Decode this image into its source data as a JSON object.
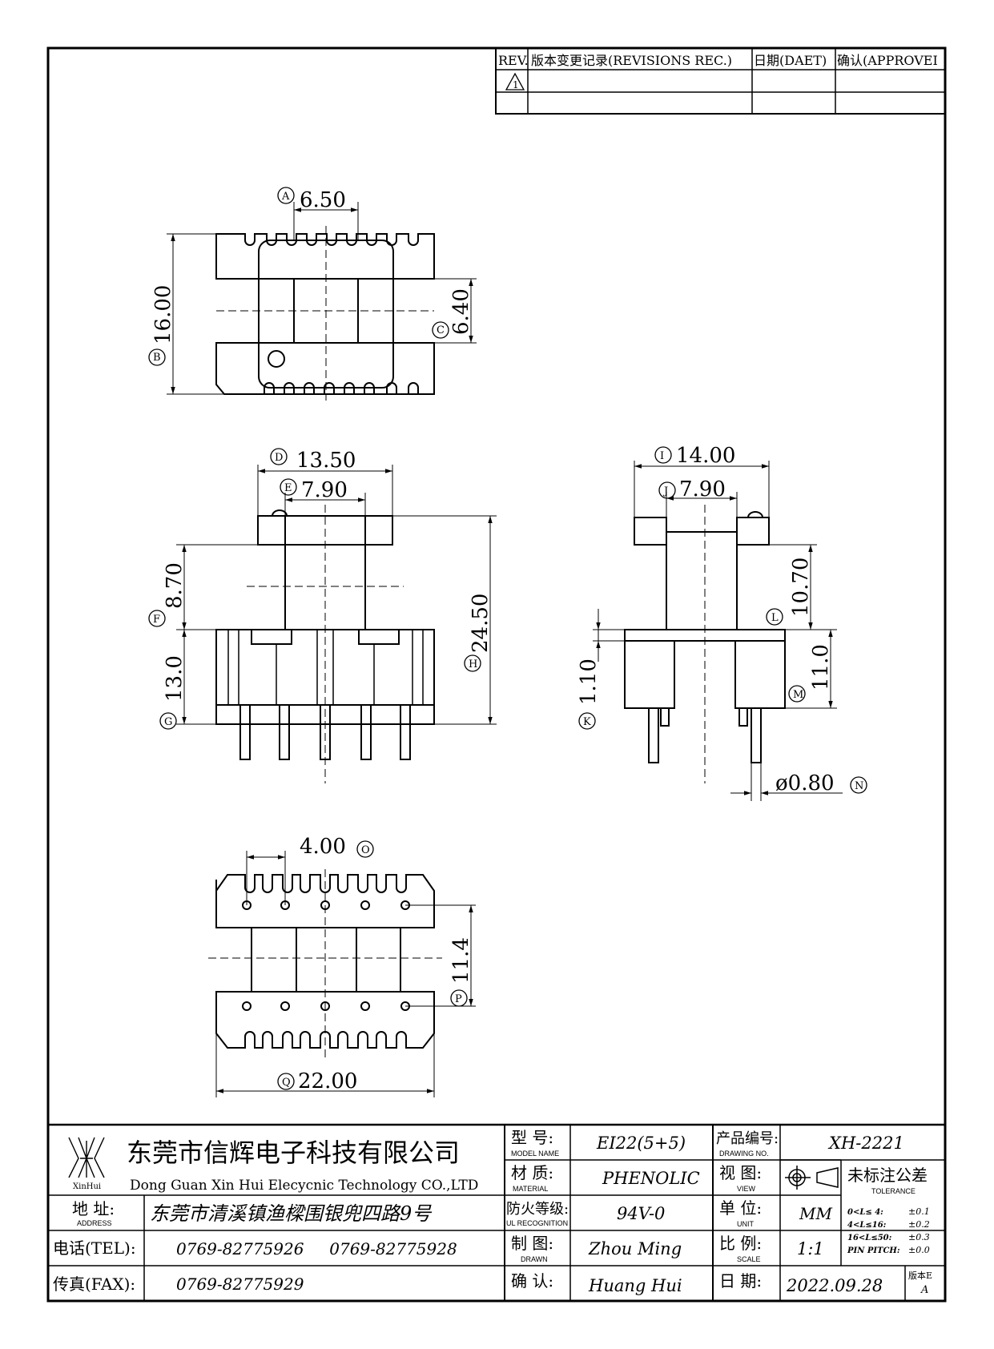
{
  "revision_table": {
    "headers": [
      "REV.",
      "版本变更记录(REVISIONS REC.)",
      "日期(DAET)",
      "确认(APPROVEI"
    ],
    "rev_mark": "1"
  },
  "dimensions": {
    "a": {
      "label": "A",
      "value": "6.50"
    },
    "b": {
      "label": "B",
      "value": "16.00"
    },
    "c": {
      "label": "C",
      "value": "6.40"
    },
    "d": {
      "label": "D",
      "value": "13.50"
    },
    "e": {
      "label": "E",
      "value": "7.90"
    },
    "f": {
      "label": "F",
      "value": "8.70"
    },
    "g": {
      "label": "G",
      "value": "13.0"
    },
    "h": {
      "label": "H",
      "value": "24.50"
    },
    "i": {
      "label": "I",
      "value": "14.00"
    },
    "j": {
      "label": "J",
      "value": "7.90"
    },
    "k": {
      "label": "K",
      "value": "1.10"
    },
    "l": {
      "label": "L",
      "value": "10.70"
    },
    "m": {
      "label": "M",
      "value": "11.0"
    },
    "n": {
      "label": "N",
      "value": "ø0.80"
    },
    "o": {
      "label": "O",
      "value": "4.00"
    },
    "p": {
      "label": "P",
      "value": "11.4"
    },
    "q": {
      "label": "Q",
      "value": "22.00"
    }
  },
  "title_block": {
    "company_cn": "东莞市信辉电子科技有限公司",
    "company_en": "Dong Guan Xin Hui Elecycnic Technology CO.,LTD",
    "logo_text": "XinHui",
    "address_label": "地 址:",
    "address_label_en": "ADDRESS",
    "address_value": "东莞市清溪镇渔樑围银兜四路9号",
    "tel_label": "电话(TEL):",
    "tel_value": "0769-82775926     0769-82775928",
    "fax_label": "传真(FAX):",
    "fax_value": "0769-82775929",
    "model_label": "型 号:",
    "model_label_en": "MODEL NAME",
    "model_value": "EI22(5+5)",
    "material_label": "材 质:",
    "material_label_en": "MATERIAL",
    "material_value": "PHENOLIC",
    "ul_label": "防火等级:",
    "ul_label_en": "UL RECOGNITION",
    "ul_value": "94V-0",
    "drawn_label": "制 图:",
    "drawn_label_en": "DRAWN",
    "drawn_value": "Zhou Ming",
    "approve_label": "确 认:",
    "approve_value": "Huang Hui",
    "drawing_no_label": "产品编号:",
    "drawing_no_label_en": "DRAWING NO.",
    "drawing_no_value": "XH-2221",
    "view_label": "视 图:",
    "view_label_en": "VIEW",
    "unit_label": "单 位:",
    "unit_label_en": "UNIT",
    "unit_value": "MM",
    "scale_label": "比 例:",
    "scale_label_en": "SCALE",
    "scale_value": "1:1",
    "date_label": "日 期:",
    "date_value": "2022.09.28",
    "version_label": "版本E",
    "version_value": "A",
    "tolerance_label": "未标注公差",
    "tolerance_label_en": "TOLERANCE",
    "tolerances": [
      {
        "range": "0<L≤ 4:",
        "value": "±0.1"
      },
      {
        "range": "4<L≤16:",
        "value": "±0.2"
      },
      {
        "range": "16<L≤50:",
        "value": "±0.3"
      },
      {
        "range": "PIN PITCH:",
        "value": "±0.0"
      }
    ]
  }
}
